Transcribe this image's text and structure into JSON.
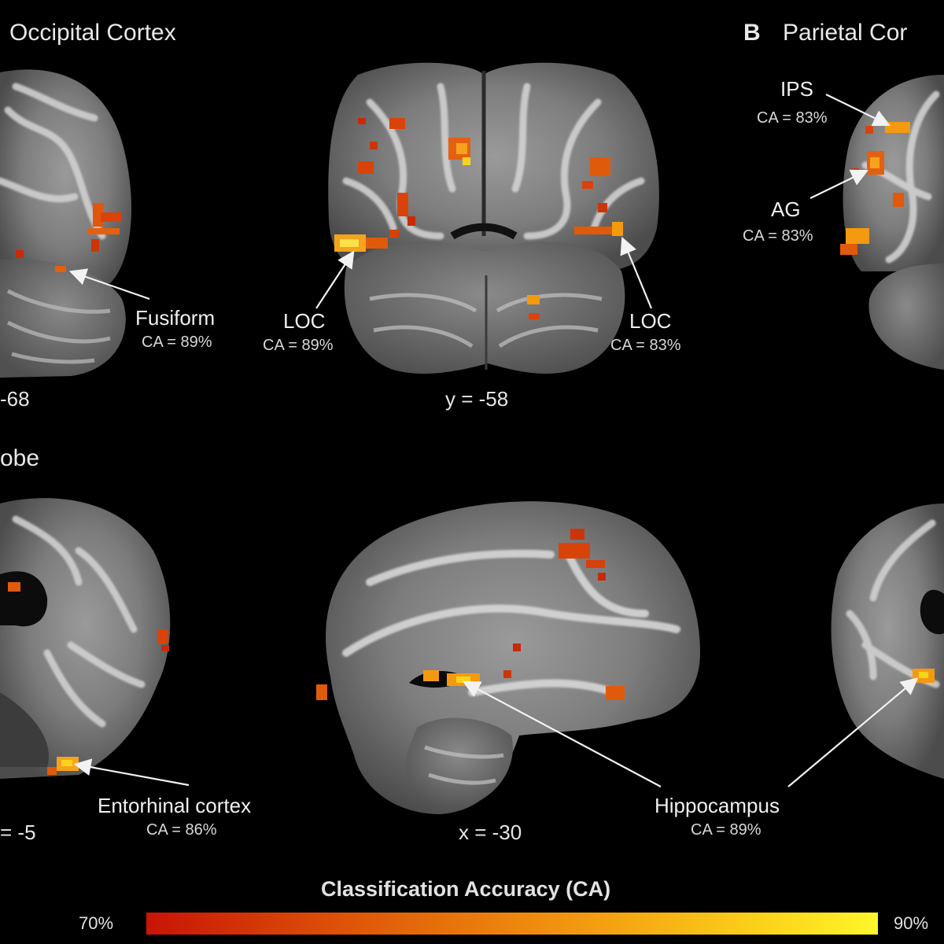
{
  "panels": {
    "a_title": "Occipital Cortex",
    "b_letter": "B",
    "b_title": "Parietal Cor",
    "c_title": "obe"
  },
  "regions": {
    "fusiform": {
      "label": "Fusiform",
      "ca": "CA = 89%"
    },
    "loc_left": {
      "label": "LOC",
      "ca": "CA = 89%"
    },
    "loc_right": {
      "label": "LOC",
      "ca": "CA = 83%"
    },
    "ips": {
      "label": "IPS",
      "ca": "CA = 83%"
    },
    "ag": {
      "label": "AG",
      "ca": "CA = 83%"
    },
    "entorhinal": {
      "label": "Entorhinal cortex",
      "ca": "CA = 86%"
    },
    "hippocampus": {
      "label": "Hippocampus",
      "ca": "CA = 89%"
    }
  },
  "coordinates": {
    "a_left": "-68",
    "a_mid": "y = -58",
    "c_left": "= -5",
    "c_mid": "x = -30"
  },
  "colorbar": {
    "title": "Classification Accuracy (CA)",
    "min_label": "70%",
    "max_label": "90%",
    "min_value": 70,
    "max_value": 90,
    "colors": [
      "#c81406",
      "#e05a08",
      "#f39a10",
      "#fbd41a",
      "#fff62a"
    ]
  }
}
